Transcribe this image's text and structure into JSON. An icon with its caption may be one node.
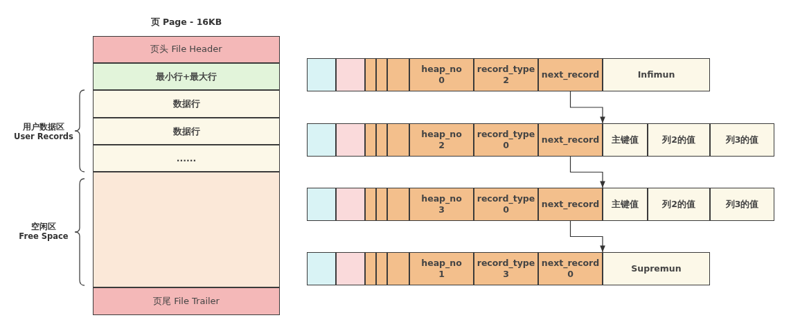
{
  "diagram": {
    "title": "页 Page - 16KB",
    "nodes": [
      {
        "text": [
          "页头 File Header"
        ]
      },
      {
        "text": [
          "最小行+最大行"
        ]
      },
      {
        "text": [
          "数据行"
        ]
      },
      {
        "text": [
          "数据行"
        ]
      },
      {
        "text": [
          "......"
        ]
      },
      {
        "text": [],
        "shape": "box"
      },
      {
        "text": [
          "页尾 File Trailer"
        ]
      },
      {
        "text": [],
        "shape": "box"
      },
      {
        "text": [],
        "shape": "box"
      },
      {
        "text": [],
        "shape": "box"
      },
      {
        "text": [],
        "shape": "box"
      },
      {
        "text": [],
        "shape": "box"
      },
      {
        "text": [
          "heap_no",
          "0"
        ]
      },
      {
        "text": [
          "record_type",
          "2"
        ]
      },
      {
        "text": [
          "next_record"
        ]
      },
      {
        "text": [
          "Infimun"
        ]
      },
      {
        "text": [],
        "shape": "box"
      },
      {
        "text": [],
        "shape": "box"
      },
      {
        "text": [],
        "shape": "box"
      },
      {
        "text": [],
        "shape": "box"
      },
      {
        "text": [],
        "shape": "box"
      },
      {
        "text": [
          "heap_no",
          "2"
        ]
      },
      {
        "text": [
          "record_type",
          "0"
        ]
      },
      {
        "text": [
          "next_record"
        ]
      },
      {
        "text": [
          "主键值"
        ]
      },
      {
        "text": [
          "列2的值"
        ]
      },
      {
        "text": [
          "列3的值"
        ]
      },
      {
        "text": [],
        "shape": "box"
      },
      {
        "text": [],
        "shape": "box"
      },
      {
        "text": [],
        "shape": "box"
      },
      {
        "text": [],
        "shape": "box"
      },
      {
        "text": [],
        "shape": "box"
      },
      {
        "text": [
          "heap_no",
          "3"
        ]
      },
      {
        "text": [
          "record_type",
          "0"
        ]
      },
      {
        "text": [
          "next_record"
        ]
      },
      {
        "text": [
          "主键值"
        ]
      },
      {
        "text": [
          "列2的值"
        ]
      },
      {
        "text": [
          "列3的值"
        ]
      },
      {
        "text": [],
        "shape": "box"
      },
      {
        "text": [],
        "shape": "box"
      },
      {
        "text": [],
        "shape": "box"
      },
      {
        "text": [],
        "shape": "box"
      },
      {
        "text": [],
        "shape": "box"
      },
      {
        "text": [
          "heap_no",
          "1"
        ]
      },
      {
        "text": [
          "record_type",
          "3"
        ]
      },
      {
        "text": [
          "next_record",
          "0"
        ]
      },
      {
        "text": [
          "Supremun"
        ]
      }
    ],
    "edges": [
      {
        "from": 14,
        "to": 24,
        "arrow": "to"
      },
      {
        "from": 23,
        "to": 35,
        "arrow": "to"
      },
      {
        "from": 34,
        "to": 46,
        "arrow": "to"
      }
    ],
    "labels": [
      "用户数据区",
      "User Records",
      "空闲区",
      "Free Space"
    ]
  }
}
